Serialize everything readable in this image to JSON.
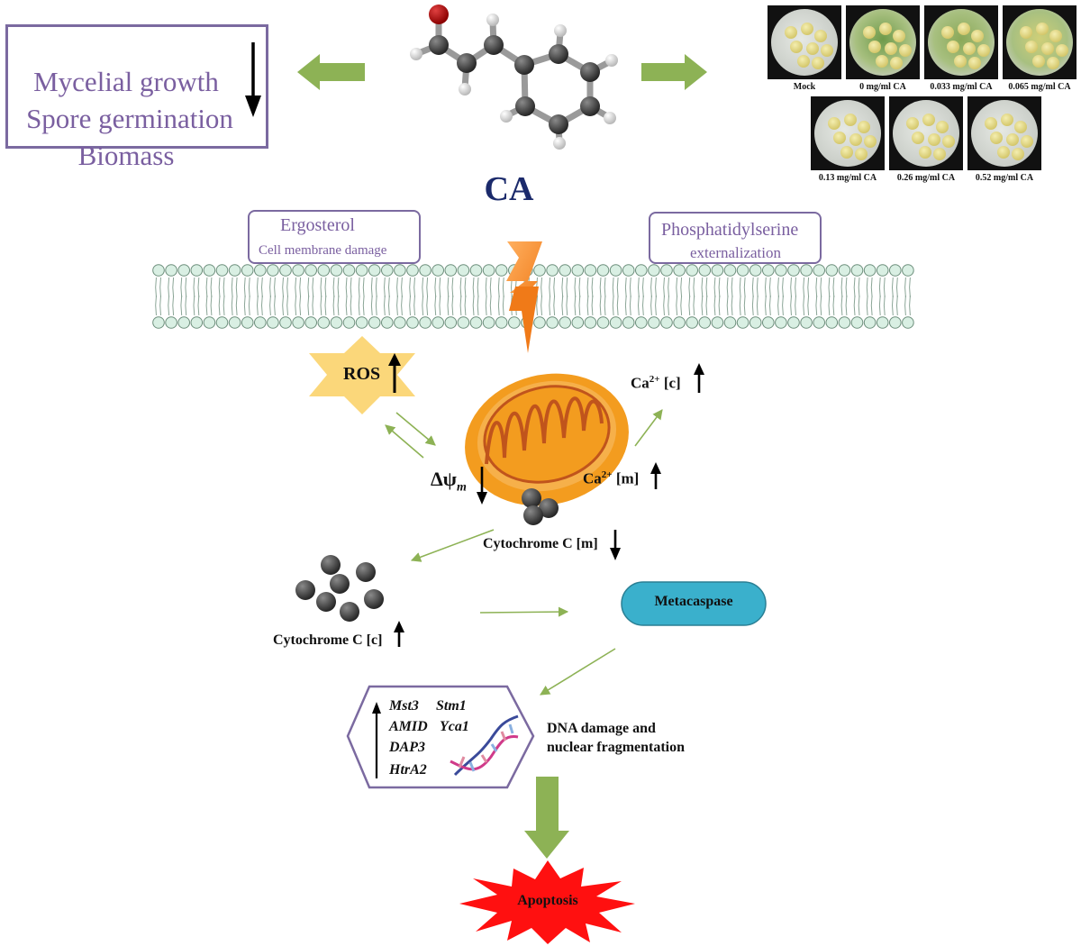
{
  "effects": {
    "lines": [
      "Mycelial growth",
      "Spore germination",
      "Biomass"
    ]
  },
  "compound_label": "CA",
  "plates": {
    "row1": [
      {
        "label": "Mock",
        "colony_color": "#d8d070"
      },
      {
        "label": "0 mg/ml CA",
        "colony_color": "#6f9a4a"
      },
      {
        "label": "0.033 mg/ml CA",
        "colony_color": "#8aa858"
      },
      {
        "label": "0.065 mg/ml CA",
        "colony_color": "#cfcf78"
      }
    ],
    "row2": [
      {
        "label": "0.13 mg/ml CA",
        "colony_color": "#d8d070"
      },
      {
        "label": "0.26 mg/ml CA",
        "colony_color": "#d8d070"
      },
      {
        "label": "0.52 mg/ml CA",
        "colony_color": "#d8d070"
      }
    ]
  },
  "membrane": {
    "ergosterol": "Ergosterol",
    "damage": "Cell membrane damage",
    "ps_line1": "Phosphatidylserine",
    "ps_line2": "externalization"
  },
  "ros": "ROS",
  "mito": {
    "ca_c_base": "Ca",
    "ca_c_sup": "2+",
    "ca_c_tail": " [c]",
    "ca_m_base": "Ca",
    "ca_m_sup": "2+",
    "ca_m_tail": " [m]",
    "delta_psi": "Δψ",
    "delta_psi_sub": "m",
    "cyt_m": "Cytochrome C [m]"
  },
  "cyt_c": "Cytochrome C [c]",
  "metacaspase": "Metacaspase",
  "genes": {
    "row1a": "Mst3",
    "row1b": "Stm1",
    "row2a": "AMID",
    "row2b": "Yca1",
    "row3": "DAP3",
    "row4": "HtrA2"
  },
  "dna_line1": "DNA damage and",
  "dna_line2": "nuclear fragmentation",
  "apoptosis": "Apoptosis",
  "colors": {
    "green_arrow": "#8db255",
    "purple_border": "#7b6aa0",
    "metacaspase_fill": "#3ab0cc",
    "mito_fill": "#f39c1f",
    "ros_fill": "#fbd77a",
    "apoptosis_fill": "#ff1010"
  }
}
